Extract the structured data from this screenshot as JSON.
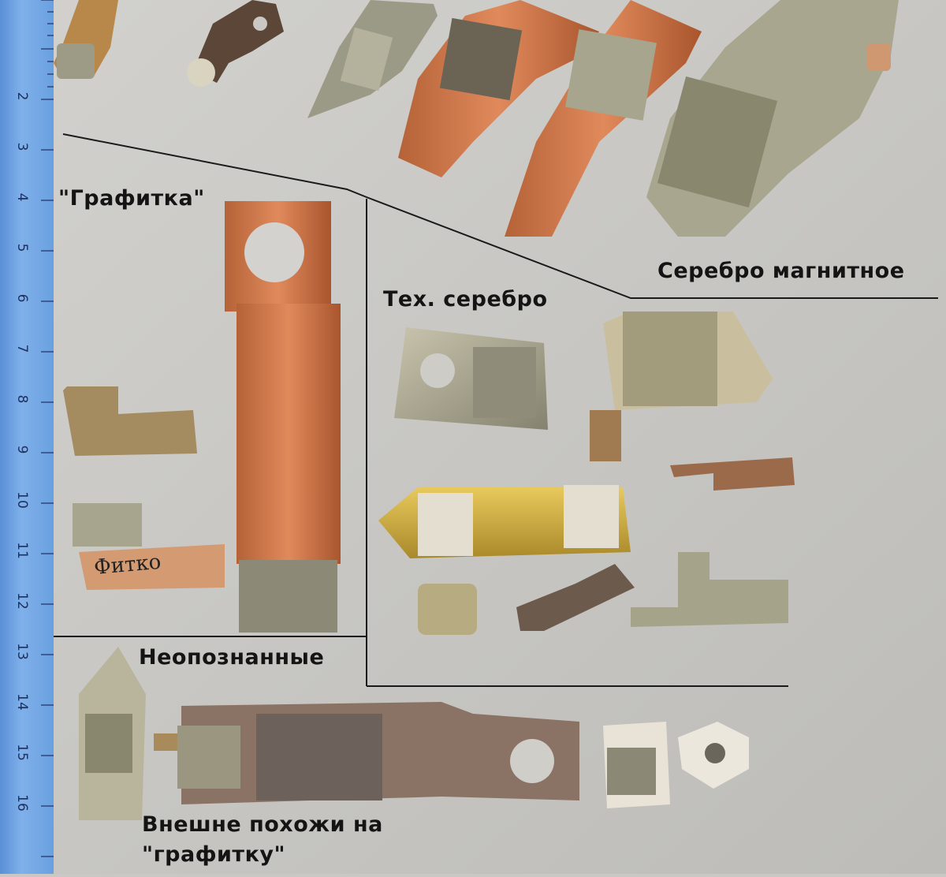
{
  "labels": {
    "grafitka": "\"Графитка\"",
    "serebro_magnitnoe": "Серебро магнитное",
    "teh_serebro": "Тех. серебро",
    "neopoznannye": "Неопознанные",
    "vneshne_line1": "Внешне похожи на",
    "vneshne_line2": "\"графитку\""
  },
  "ruler": {
    "numbers": [
      "2",
      "3",
      "4",
      "5",
      "6",
      "7",
      "8",
      "9",
      "10",
      "11",
      "12",
      "13",
      "14",
      "15",
      "16"
    ]
  },
  "colors": {
    "background": "#c9c8c4",
    "ruler": "#6aa0e0",
    "copper": "#c8744a",
    "silver": "#a7a48f",
    "brass": "#d6b548",
    "ceramic": "#e8e3d6",
    "divider": "#1a1a1a"
  }
}
